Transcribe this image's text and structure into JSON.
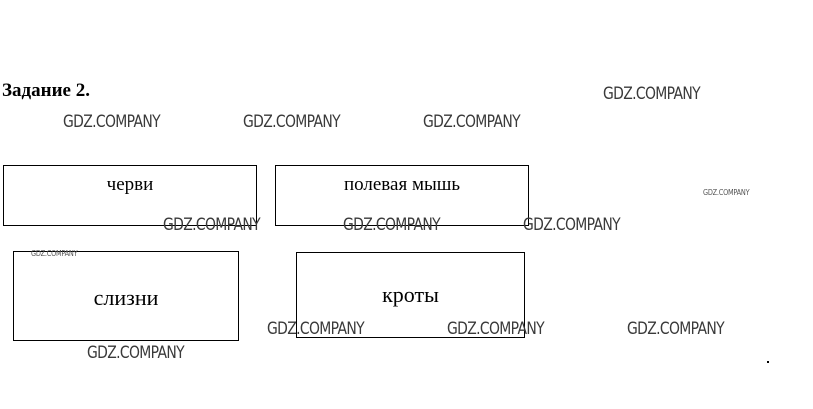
{
  "task": {
    "title": "Задание 2."
  },
  "boxes": {
    "worms": "черви",
    "field_mouse": "полевая мышь",
    "slugs": "слизни",
    "moles": "кроты"
  },
  "watermark": {
    "text": "GDZ.COMPANY"
  }
}
